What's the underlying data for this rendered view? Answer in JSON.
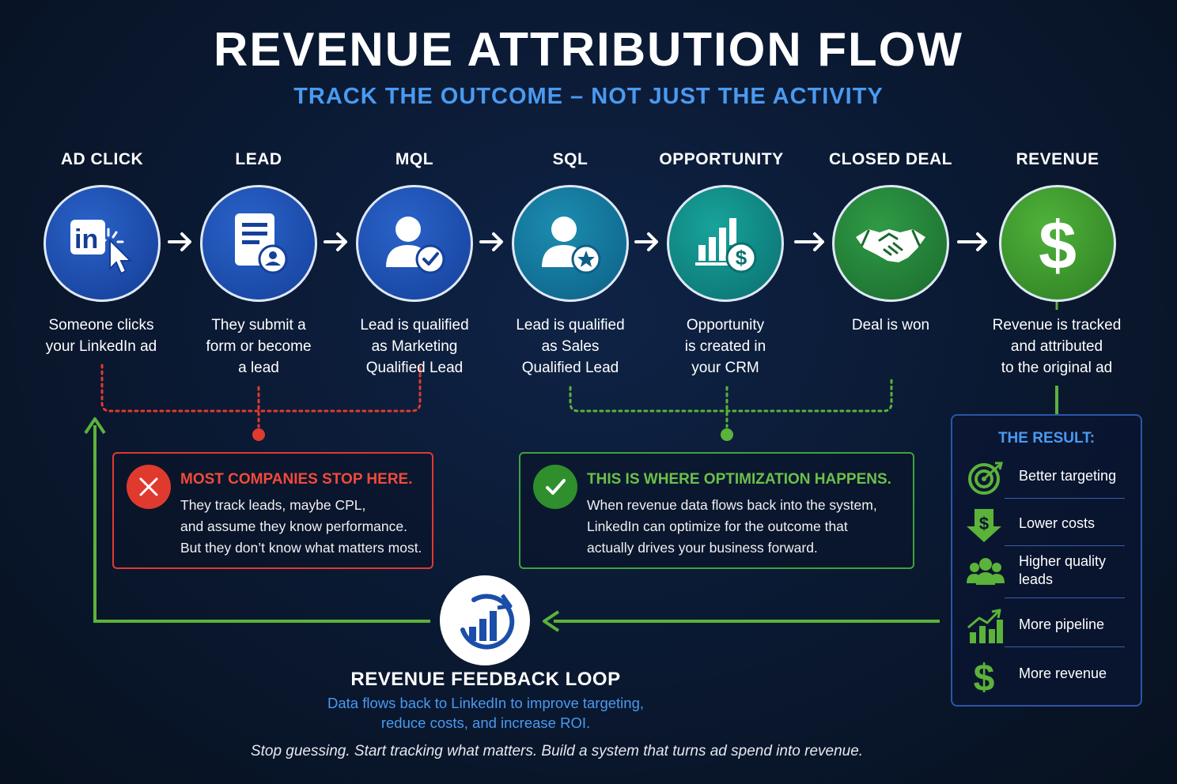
{
  "header": {
    "title": "REVENUE ATTRIBUTION FLOW",
    "subtitle": "TRACK THE OUTCOME – NOT JUST THE ACTIVITY"
  },
  "stages": [
    {
      "label": "AD CLICK",
      "desc": [
        "Someone clicks",
        "your LinkedIn ad"
      ],
      "icon": "linkedin-click-icon"
    },
    {
      "label": "LEAD",
      "desc": [
        "They submit a",
        "form or become",
        "a lead"
      ],
      "icon": "form-icon"
    },
    {
      "label": "MQL",
      "desc": [
        "Lead is qualified",
        "as Marketing",
        "Qualified Lead"
      ],
      "icon": "user-check-icon"
    },
    {
      "label": "SQL",
      "desc": [
        "Lead is qualified",
        "as Sales",
        "Qualified Lead"
      ],
      "icon": "user-star-icon"
    },
    {
      "label": "OPPORTUNITY",
      "desc": [
        "Opportunity",
        "is created in",
        "your CRM"
      ],
      "icon": "chart-dollar-icon"
    },
    {
      "label": "CLOSED DEAL",
      "desc": [
        "Deal is won"
      ],
      "icon": "handshake-icon"
    },
    {
      "label": "REVENUE",
      "desc": [
        "Revenue is tracked",
        "and attributed",
        "to the original ad"
      ],
      "icon": "dollar-icon"
    }
  ],
  "warning_box": {
    "heading": "MOST COMPANIES STOP HERE.",
    "lines": [
      "They track leads, maybe CPL,",
      "and assume they know performance.",
      "But they don’t know what matters most."
    ],
    "color": "#e03a2f"
  },
  "optimization_box": {
    "heading": "THIS IS WHERE OPTIMIZATION HAPPENS.",
    "lines": [
      "When revenue data flows back into the system,",
      "LinkedIn can optimize for the outcome that",
      "actually drives your business forward."
    ],
    "color": "#3fa33a"
  },
  "result": {
    "title": "THE RESULT:",
    "items": [
      {
        "label": "Better targeting",
        "icon": "target-icon"
      },
      {
        "label": "Lower costs",
        "icon": "down-dollar-icon"
      },
      {
        "label": "Higher quality leads",
        "icon": "people-icon"
      },
      {
        "label": "More pipeline",
        "icon": "growth-chart-icon"
      },
      {
        "label": "More revenue",
        "icon": "dollar-icon"
      }
    ]
  },
  "feedback_loop": {
    "title": "REVENUE FEEDBACK LOOP",
    "desc": [
      "Data flows back to LinkedIn to improve targeting,",
      "reduce costs, and increase ROI."
    ]
  },
  "tagline": "Stop guessing. Start tracking what matters. Build a system that turns ad spend into revenue.",
  "colors": {
    "accent_blue": "#4a9af0",
    "red": "#e03a2f",
    "green": "#3fa33a",
    "background": "#0a1830"
  }
}
